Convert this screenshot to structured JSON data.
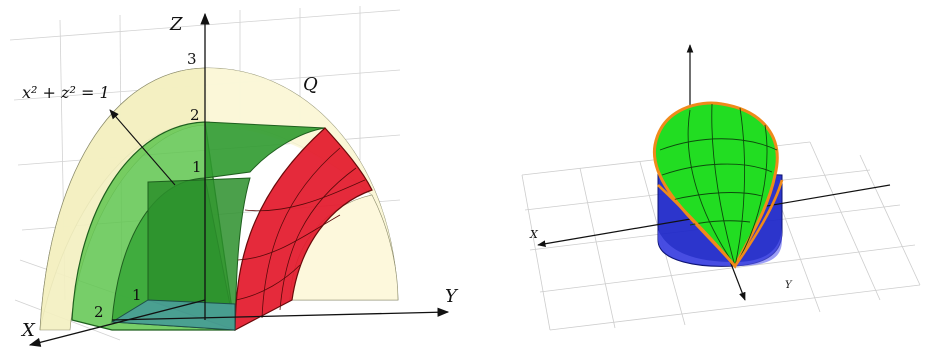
{
  "left_figure": {
    "axis_labels": {
      "z": "Z",
      "y": "Y",
      "x": "X"
    },
    "tick_labels": {
      "z3": "3",
      "z2": "2",
      "z1": "1",
      "y1": "1",
      "x2": "2"
    },
    "region_label": "Q",
    "equation_label": "x² + z² = 1",
    "colors": {
      "shell": "#f7f3cc",
      "green_faces": "#2ea82e",
      "green_light": "#69cf5a",
      "red_face": "#e3182a",
      "base_teal": "#4b9f9a",
      "grid": "#cfcfcf"
    }
  },
  "right_figure": {
    "axis_labels": {
      "x": "X",
      "y": "Y"
    },
    "colors": {
      "surface": "#22dd22",
      "cylinder": "#1a24c8",
      "outline": "#f08a1a",
      "grid": "#cccccc"
    }
  }
}
